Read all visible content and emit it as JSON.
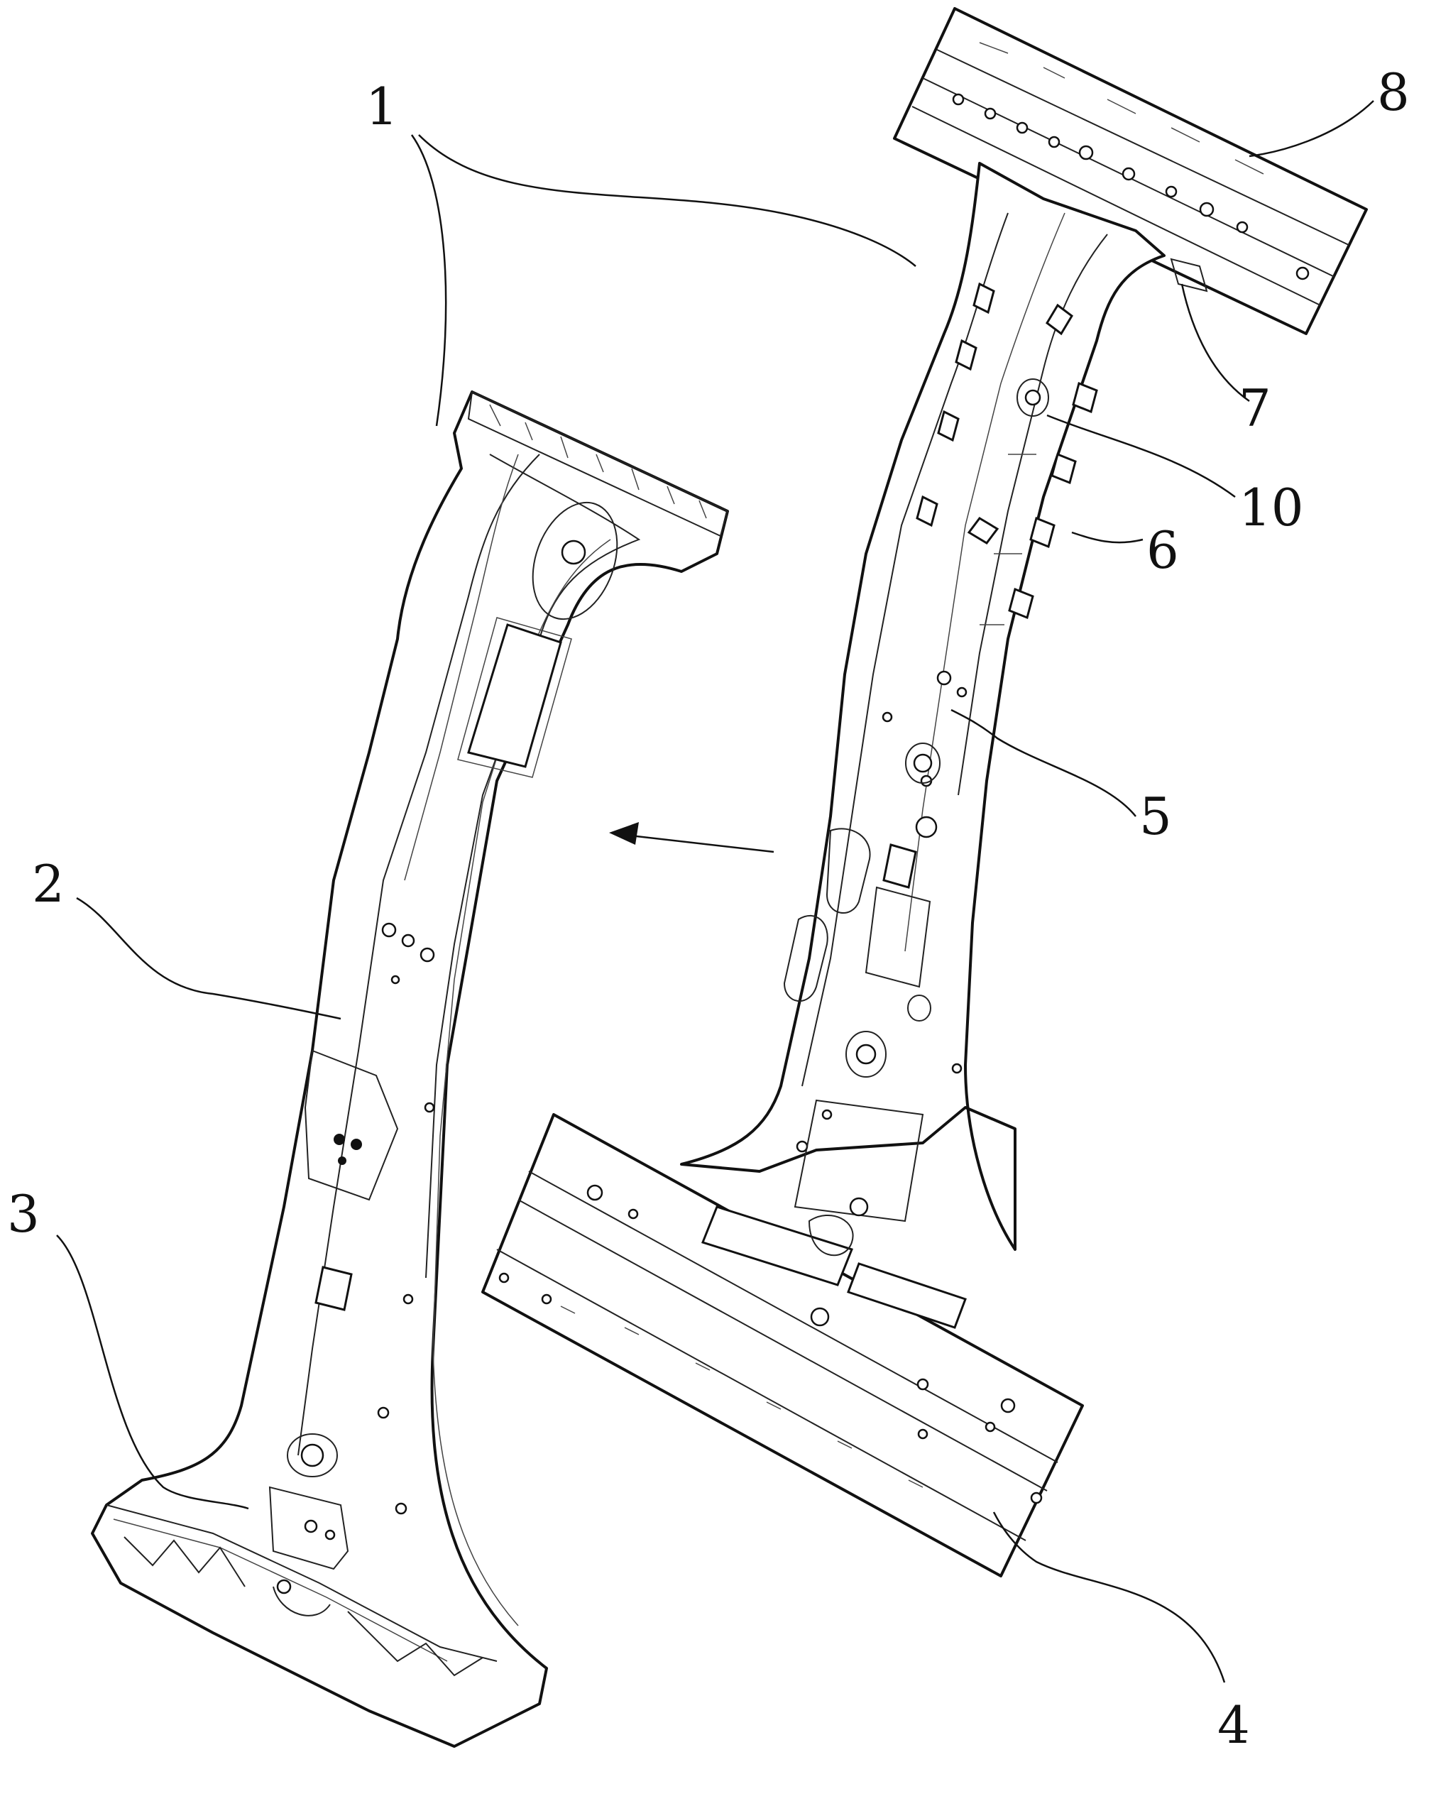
{
  "callouts": [
    {
      "id": "1",
      "text": "1"
    },
    {
      "id": "2",
      "text": "2"
    },
    {
      "id": "3",
      "text": "3"
    },
    {
      "id": "4",
      "text": "4"
    },
    {
      "id": "5",
      "text": "5"
    },
    {
      "id": "6",
      "text": "6"
    },
    {
      "id": "7",
      "text": "7"
    },
    {
      "id": "8",
      "text": "8"
    },
    {
      "id": "10",
      "text": "10"
    }
  ]
}
